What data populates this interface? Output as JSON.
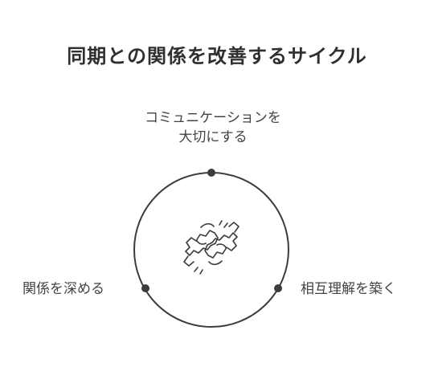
{
  "title": "同期との関係を改善するサイクル",
  "nodes": {
    "top_line1": "コミュニケーションを",
    "top_line2": "大切にする",
    "right": "相互理解を築く",
    "left": "関係を深める"
  },
  "center_icon": "fist-bump-icon"
}
